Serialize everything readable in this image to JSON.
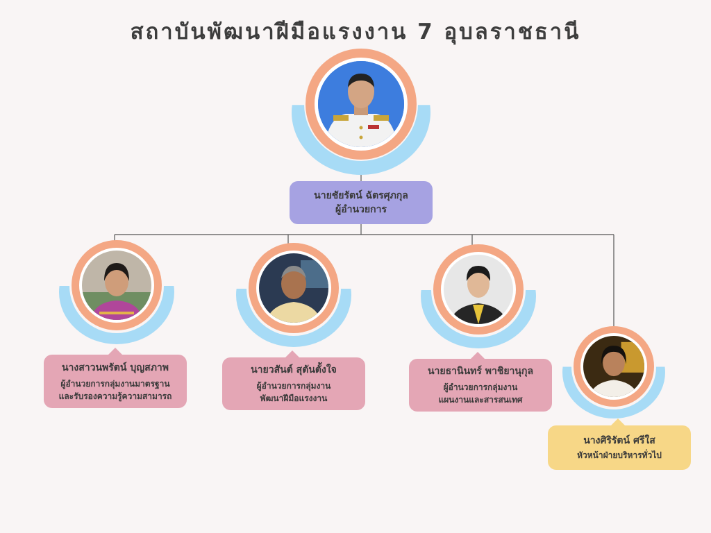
{
  "title": "สถาบันพัฒนาฝีมือแรงงาน 7 อุบลราชธานี",
  "colors": {
    "ring": "#f4a784",
    "arc": "#a7dbf6",
    "card_pink": "#e4a6b5",
    "card_purple": "#a6a2e2",
    "card_yellow": "#f7d787",
    "line": "#555555"
  },
  "director": {
    "name": "นายชัยรัตน์ ฉัตรศุภกุล",
    "role": "ผู้อำนวยการ",
    "photo_icon": "portrait-uniform"
  },
  "staff": [
    {
      "name": "นางสาวนพรัตน์ บุญสภาพ",
      "role_lines": [
        "ผู้อำนวยการกลุ่มงานมาตรฐาน",
        "และรับรองความรู้ความสามารถ"
      ],
      "photo_icon": "portrait-woman"
    },
    {
      "name": "นายวสันต์ สุตันตั้งใจ",
      "role_lines": [
        "ผู้อำนวยการกลุ่มงาน",
        "พัฒนาฝีมือแรงงาน"
      ],
      "photo_icon": "portrait-man-elder"
    },
    {
      "name": "นายธานินทร์ พาชิยานุกุล",
      "role_lines": [
        "ผู้อำนวยการกลุ่มงาน",
        "แผนงานและสารสนเทศ"
      ],
      "photo_icon": "portrait-man-suit"
    },
    {
      "name": "นางศิริรัตน์ ศรีใส",
      "role_lines": [
        "หัวหน้าฝ่ายบริหารทั่วไป"
      ],
      "photo_icon": "portrait-woman-2"
    }
  ]
}
